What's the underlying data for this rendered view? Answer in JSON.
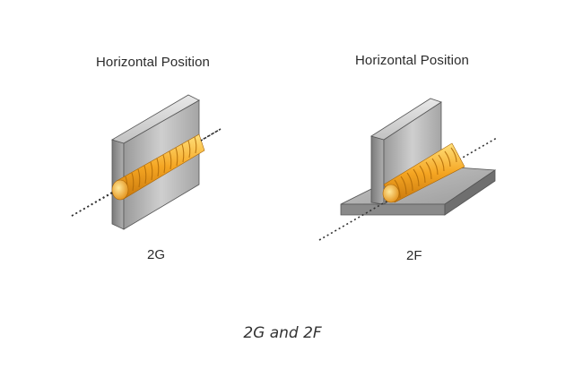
{
  "panels": [
    {
      "title": "Horizontal Position",
      "label": "2G"
    },
    {
      "title": "Horizontal Position",
      "label": "2F"
    }
  ],
  "caption": "2G and 2F",
  "colors": {
    "steel_light": "#d9d9d9",
    "steel_mid": "#a8a8a8",
    "steel_dark": "#6e6e6e",
    "weld_light": "#ffd24a",
    "weld_dark": "#d4860f",
    "axis_line": "#333333"
  }
}
